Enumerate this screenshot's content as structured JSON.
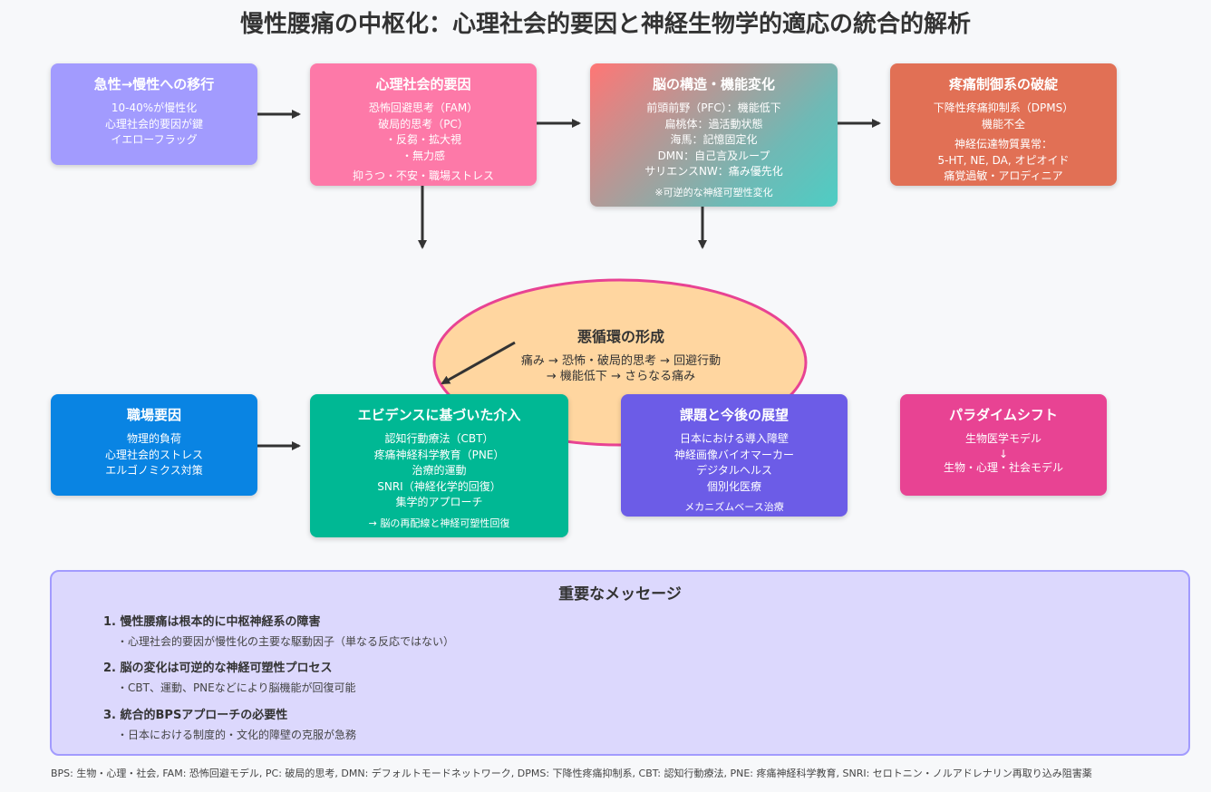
{
  "title": "慢性腰痛の中枢化：心理社会的要因と神経生物学的適応の統合的解析",
  "boxes": {
    "acute": {
      "title": "急性→慢性への移行",
      "lines": [
        "10-40%が慢性化",
        "心理社会的要因が鍵",
        "イエローフラッグ"
      ],
      "color": "#a29bfe"
    },
    "psy": {
      "title": "心理社会的要因",
      "lines": [
        "恐怖回避思考（FAM）",
        "破局的思考（PC）",
        "・反芻・拡大視",
        "・無力感",
        "抑うつ・不安・職場ストレス"
      ],
      "color": "#fd79a8"
    },
    "brain": {
      "title": "脳の構造・機能変化",
      "lines": [
        "前頭前野（PFC）：機能低下",
        "扁桃体：過活動状態",
        "海馬：記憶固定化",
        "DMN：自己言及ループ",
        "サリエンスNW：痛み優先化",
        "※可逆的な神経可塑性変化"
      ]
    },
    "pain": {
      "title": "疼痛制御系の破綻",
      "lines": [
        "下降性疼痛抑制系（DPMS）",
        "機能不全",
        "神経伝達物質異常：",
        "5-HT, NE, DA, オピオイド",
        "痛覚過敏・アロディニア"
      ],
      "color": "#e17055"
    },
    "work": {
      "title": "職場要因",
      "lines": [
        "物理的負荷",
        "心理社会的ストレス",
        "エルゴノミクス対策"
      ],
      "color": "#0984e3"
    },
    "evid": {
      "title": "エビデンスに基づいた介入",
      "lines": [
        "認知行動療法（CBT）",
        "疼痛神経科学教育（PNE）",
        "治療的運動",
        "SNRI（神経化学的回復）",
        "集学的アプローチ",
        "→ 脳の再配線と神経可塑性回復"
      ],
      "color": "#00b894"
    },
    "issue": {
      "title": "課題と今後の展望",
      "lines": [
        "日本における導入障壁",
        "神経画像バイオマーカー",
        "デジタルヘルス",
        "個別化医療",
        "メカニズムベース治療"
      ],
      "color": "#6c5ce7"
    },
    "para": {
      "title": "パラダイムシフト",
      "lines": [
        "生物医学モデル",
        "↓",
        "生物・心理・社会モデル"
      ],
      "color": "#e84393"
    }
  },
  "cycle": {
    "title": "悪循環の形成",
    "line1": "痛み → 恐怖・破局的思考 → 回避行動",
    "line2": "→ 機能低下 → さらなる痛み"
  },
  "message": {
    "title": "重要なメッセージ",
    "items": [
      {
        "head": "1. 慢性腰痛は根本的に中枢神経系の障害",
        "detail": "・心理社会的要因が慢性化の主要な駆動因子（単なる反応ではない）"
      },
      {
        "head": "2. 脳の変化は可逆的な神経可塑性プロセス",
        "detail": "・CBT、運動、PNEなどにより脳機能が回復可能"
      },
      {
        "head": "3. 統合的BPSアプローチの必要性",
        "detail": "・日本における制度的・文化的障壁の克服が急務"
      }
    ]
  },
  "footnote": "BPS: 生物・心理・社会, FAM: 恐怖回避モデル, PC: 破局的思考, DMN: デフォルトモードネットワーク, DPMS: 下降性疼痛抑制系, CBT: 認知行動療法, PNE: 疼痛神経科学教育, SNRI: セロトニン・ノルアドレナリン再取り込み阻害薬"
}
